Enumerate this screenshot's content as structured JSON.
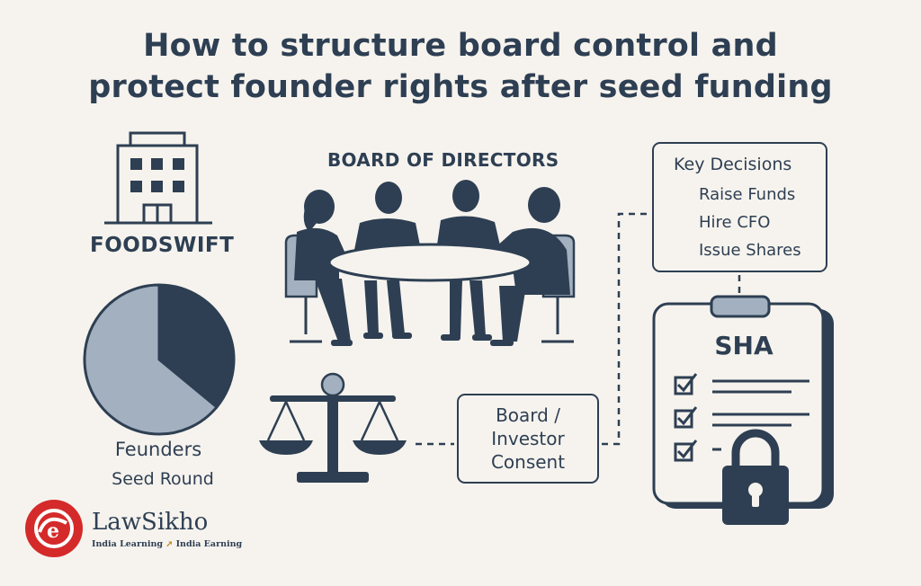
{
  "title": {
    "line1": "How to structure board control and",
    "line2": "protect founder rights after seed funding"
  },
  "company": {
    "name": "FOODSWIFT",
    "icon": "building-icon"
  },
  "board": {
    "heading": "BOARD OF DIRECTORS",
    "icon": "meeting-table-icon"
  },
  "pie": {
    "label_primary": "Feunders",
    "label_secondary": "Seed Round"
  },
  "chart_data": {
    "type": "pie",
    "values": [
      36,
      64
    ],
    "colors": [
      "#2e3f53",
      "#a3b0c0"
    ]
  },
  "consent": {
    "lines": [
      "Board /",
      "Investor",
      "Consent"
    ]
  },
  "decisions": {
    "title": "Key Decisions",
    "items": [
      "Raise Funds",
      "Hire CFO",
      "Issue Shares"
    ]
  },
  "sha": {
    "title": "SHA"
  },
  "logo": {
    "name": "LawSikho",
    "tagline_left": "India Learning",
    "tagline_right": "India Earning"
  },
  "colors": {
    "navy": "#2e3f53",
    "slate": "#a3b0c0",
    "background": "#f6f3ee",
    "logo_red": "#d42a2a"
  }
}
